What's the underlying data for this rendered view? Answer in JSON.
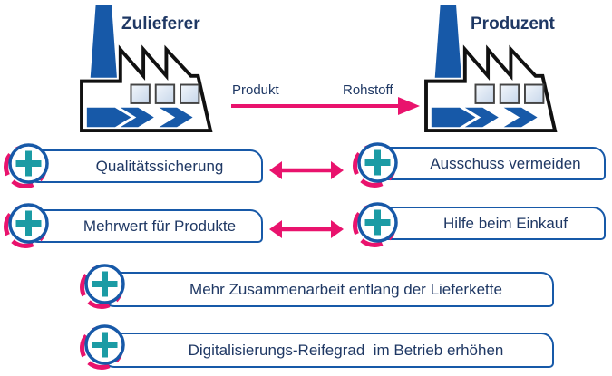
{
  "colors": {
    "blue": "#1759A8",
    "navy": "#1F3864",
    "pink": "#E9136D",
    "teal": "#1B9BA4",
    "outline": "#111111",
    "window": "#CJDCEE"
  },
  "factories": {
    "supplier": {
      "title": "Zulieferer"
    },
    "producer": {
      "title": "Produzent"
    }
  },
  "flow": {
    "product_label": "Produkt",
    "raw_material_label": "Rohstoff"
  },
  "rows": [
    {
      "left_label": "Qualitätssicherung",
      "right_label": "Ausschuss vermeiden"
    },
    {
      "left_label": "Mehrwert für Produkte",
      "right_label": "Hilfe beim Einkauf"
    },
    {
      "label": "Mehr Zusammenarbeit entlang der Lieferkette"
    },
    {
      "label": "Digitalisierungs-Reifegrad  im Betrieb erhöhen"
    }
  ]
}
